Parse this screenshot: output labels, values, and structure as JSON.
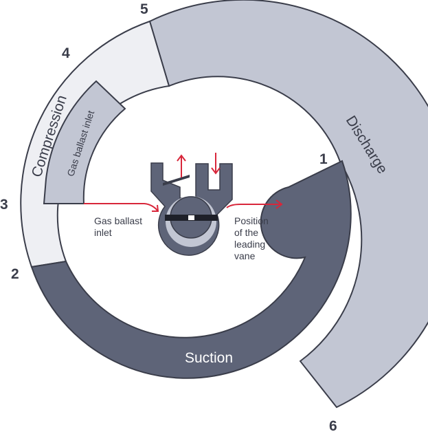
{
  "segments": {
    "compression": "Compression",
    "discharge": "Discharge",
    "suction": "Suction",
    "gas_ballast_band": "Gas ballast inlet"
  },
  "positions": {
    "p1": "1",
    "p2": "2",
    "p3": "3",
    "p4": "4",
    "p5": "5",
    "p6": "6"
  },
  "annotations": {
    "gas_ballast_line1": "Gas ballast",
    "gas_ballast_line2": "inlet",
    "vane_line1": "Position",
    "vane_line2": "of the",
    "vane_line3": "leading",
    "vane_line4": "vane"
  },
  "colors": {
    "outline": "#3a3d4a",
    "discharge": "#c2c6d3",
    "compression": "#eeeff3",
    "ballast_band": "#c2c6d3",
    "suction": "#5e6478",
    "arrow": "#d8263a"
  }
}
